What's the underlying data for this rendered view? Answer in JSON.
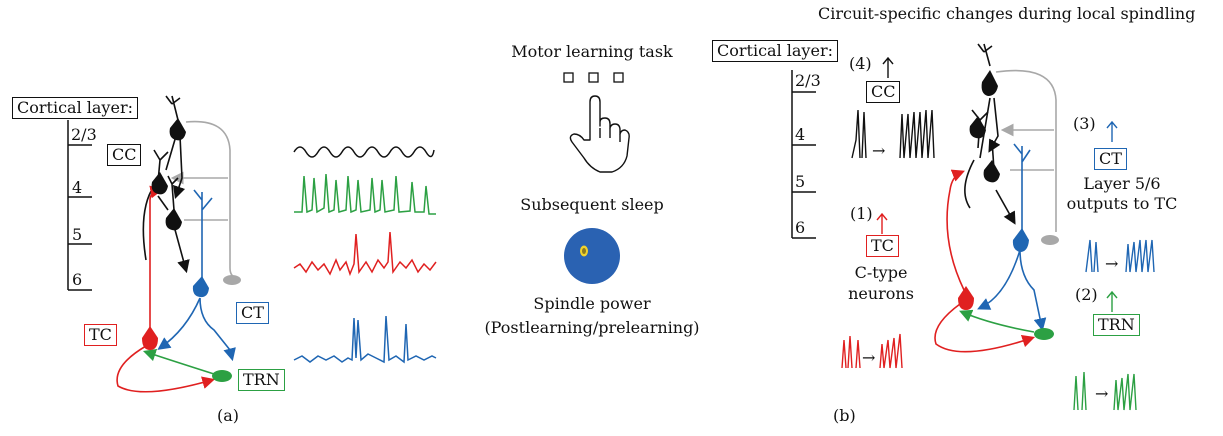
{
  "panel_a": {
    "cortical_layer_label": "Cortical layer:",
    "layers": [
      "2/3",
      "4",
      "5",
      "6"
    ],
    "cells": {
      "cc": "CC",
      "tc": "TC",
      "ct": "CT",
      "trn": "TRN"
    },
    "caption": "(a)"
  },
  "panel_b": {
    "title": "Circuit-specific changes during local spindling",
    "motor_task": "Motor learning task",
    "subsequent_sleep": "Subsequent sleep",
    "spindle_power_1": "Spindle power",
    "spindle_power_2": "(Postlearning/prelearning)",
    "cortical_layer_label": "Cortical layer:",
    "layers": [
      "2/3",
      "4",
      "5",
      "6"
    ],
    "changes": {
      "cc_num": "(4)",
      "cc": "CC",
      "ct_num": "(3)",
      "ct": "CT",
      "ct_desc_1": "Layer 5/6",
      "ct_desc_2": "outputs to TC",
      "tc_num": "(1)",
      "tc": "TC",
      "tc_desc_1": "C-type",
      "tc_desc_2": "neurons",
      "trn_num": "(2)",
      "trn": "TRN"
    },
    "arrow_glyph": "→",
    "caption": "(b)"
  },
  "colors": {
    "red": "#e02020",
    "blue": "#1f66b3",
    "green": "#2ca043",
    "gray": "#a8a8a8",
    "black": "#111111"
  },
  "icons": [
    "pointing-hand-icon",
    "spindle-power-disc-icon"
  ]
}
